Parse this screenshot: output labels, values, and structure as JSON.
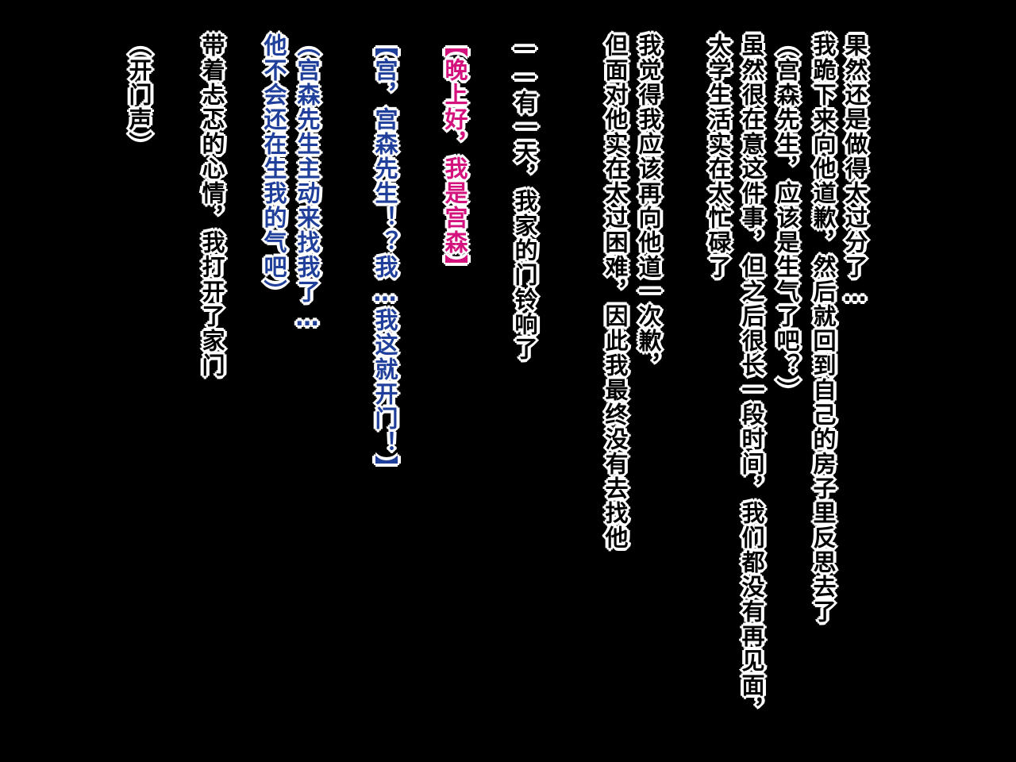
{
  "colors": {
    "background": "#000000",
    "narration_text": "#000000",
    "outline": "#ffffff",
    "thought_text": "#1f3f9a",
    "speech_text": "#d4127e"
  },
  "lines": {
    "l1": "果然还是做得太过分了…",
    "l2": "我跪下来向他道歉，然后就回到自己的房子里反思去了",
    "l3": "（宫森先生，应该是生气了吧？）",
    "l4": "虽然很在意这件事，但之后很长一段时间，我们都没有再见面，",
    "l5": "大学生活实在太忙碌了",
    "l6": "我觉得我应该再向他道一次歉，",
    "l7": "但面对他实在太过困难，因此我最终没有去找他",
    "l8": "——有一天，我家的门铃响了",
    "l9": "【晚上好，我是宫森】",
    "l10": "【宫，宫森先生！？我…我这就开门！】",
    "l11": "（宫森先生主动来找我了…",
    "l12": "他不会还在生我的气吧）",
    "l13": "带着忐忑的心情，我打开了家门",
    "l14": "（开门声）"
  }
}
